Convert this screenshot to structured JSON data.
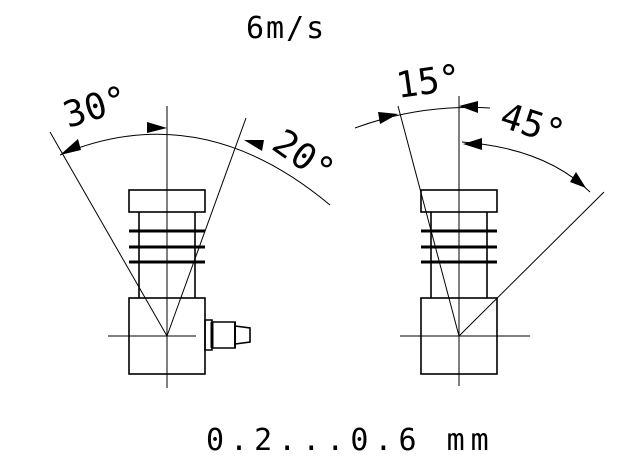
{
  "diagram": {
    "top_label": "6m/s",
    "bottom_label": "0.2...0.6 mm",
    "left_view": {
      "angle_left": "30°",
      "angle_right": "20°"
    },
    "right_view": {
      "angle_left": "15°",
      "angle_right": "45°"
    }
  },
  "colors": {
    "line": "#000000",
    "background": "#ffffff"
  }
}
